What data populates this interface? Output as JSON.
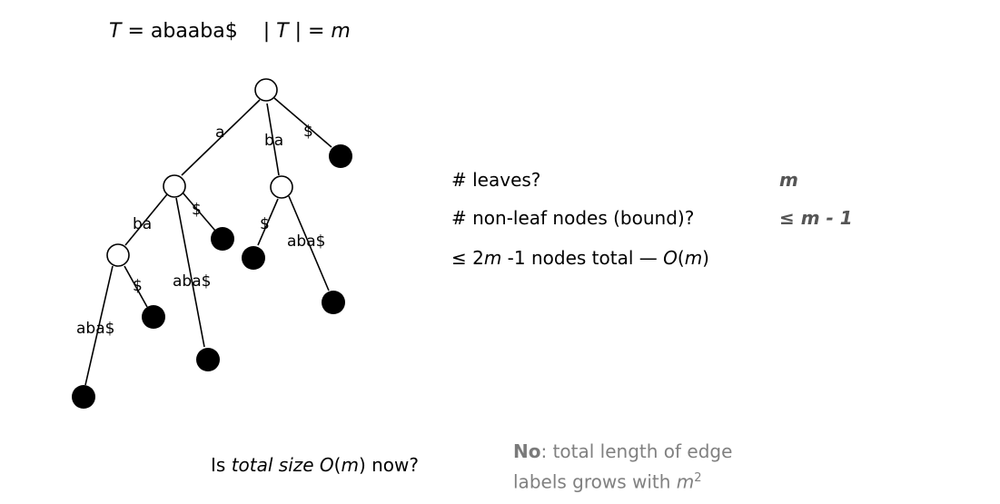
{
  "header": {
    "text_lhs": "T",
    "text_eq": " = abaaba$",
    "len_bar_open": "| ",
    "len_T": "T",
    "len_bar_close": " | = ",
    "len_m": "m"
  },
  "tree": {
    "edge_labels": [
      "a",
      "ba",
      "$",
      "ba",
      "$",
      "$",
      "aba$",
      "$",
      "aba$",
      "aba$"
    ]
  },
  "questions": {
    "leaves_q": "# leaves?",
    "leaves_a": "m",
    "nonleaf_q": "# non-leaf nodes (bound)?",
    "nonleaf_a": "≤ m - 1",
    "total_pre": "≤ 2",
    "total_m": "m",
    "total_mid": " -1 nodes total — ",
    "total_O": "O",
    "total_paren_open": "(",
    "total_m2": "m",
    "total_paren_close": ")"
  },
  "bottom": {
    "q_pre": "Is ",
    "q_italic": "total size",
    "q_mid": " ",
    "q_O": "O",
    "q_paren": "(",
    "q_m": "m",
    "q_end": ") now?",
    "no_bold": "No",
    "no_rest": ": total length of edge",
    "no_line2": "labels grows with ",
    "no_m": "m",
    "no_sup": "2"
  }
}
